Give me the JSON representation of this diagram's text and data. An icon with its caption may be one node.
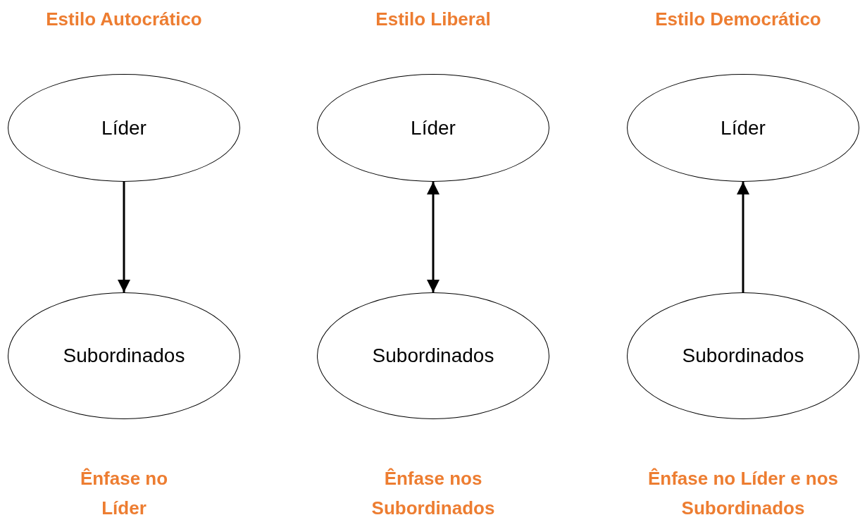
{
  "diagram": {
    "nodes": [
      {
        "text": [
          "Líder"
        ]
      },
      {
        "text": [
          "Líder"
        ]
      },
      {
        "text": [
          "Líder"
        ]
      },
      {
        "text": [
          "Subordinados"
        ]
      },
      {
        "text": [
          "Subordinados"
        ]
      },
      {
        "text": [
          "Subordinados"
        ]
      }
    ],
    "edges": [
      {
        "from": 0,
        "to": 3,
        "arrow": "to"
      },
      {
        "from": 1,
        "to": 4,
        "arrow": "both"
      },
      {
        "from": 5,
        "to": 2,
        "arrow": "to"
      }
    ],
    "labels": [
      "Estilo Autocrático",
      "Estilo Liberal",
      "Estilo Democrático",
      "Ênfase no Líder",
      "Ênfase nos Subordinados",
      "Ênfase no Líder e nos Subordinados"
    ]
  }
}
